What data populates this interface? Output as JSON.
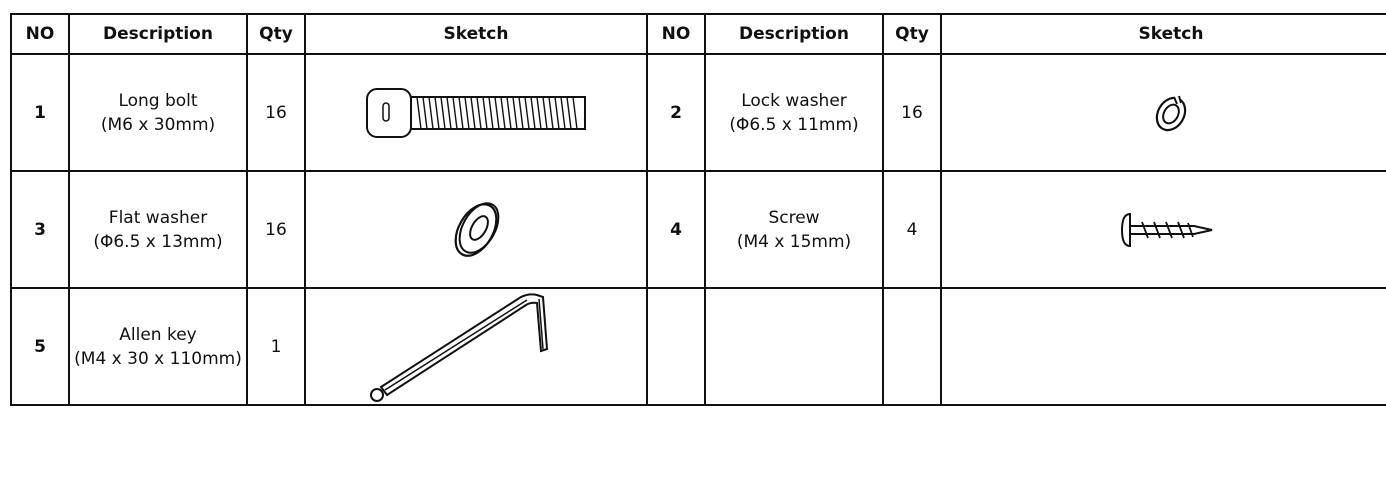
{
  "headers": [
    "NO",
    "Description",
    "Qty",
    "Sketch",
    "NO",
    "Description",
    "Qty",
    "Sketch"
  ],
  "rows": [
    [
      {
        "no": "1",
        "name": "Long bolt",
        "size": "(M6 x 30mm)",
        "qty": "16",
        "sketch": "long-bolt-icon"
      },
      {
        "no": "2",
        "name": "Lock washer",
        "size": "(Φ6.5 x 11mm)",
        "qty": "16",
        "sketch": "lock-washer-icon"
      }
    ],
    [
      {
        "no": "3",
        "name": "Flat washer",
        "size": "(Φ6.5 x 13mm)",
        "qty": "16",
        "sketch": "flat-washer-icon"
      },
      {
        "no": "4",
        "name": "Screw",
        "size": "(M4 x 15mm)",
        "qty": "4",
        "sketch": "screw-icon"
      }
    ],
    [
      {
        "no": "5",
        "name": "Allen key",
        "size": "(M4 x 30 x 110mm)",
        "qty": "1",
        "sketch": "allen-key-icon"
      }
    ]
  ]
}
